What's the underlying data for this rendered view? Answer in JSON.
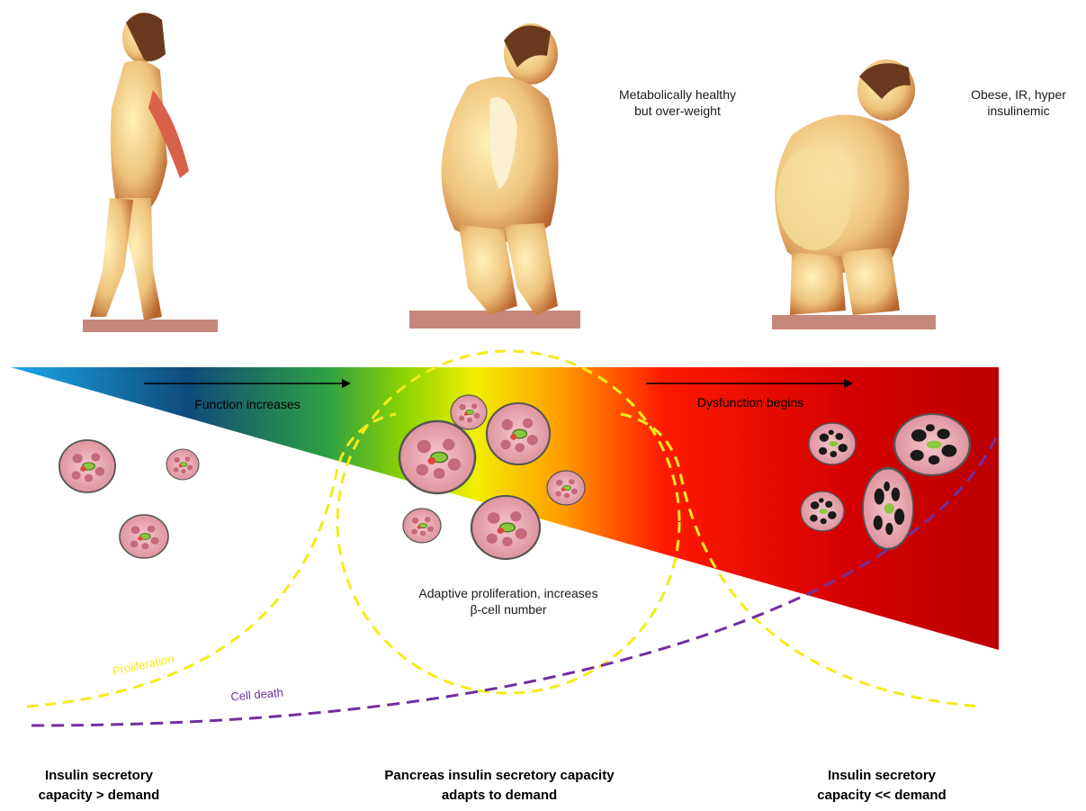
{
  "annotations": {
    "overweight": "Metabolically healthy but over-weight",
    "obese": "Obese, IR, hyper insulinemic",
    "function_increases": "Function increases",
    "dysfunction_begins": "Dysfunction begins",
    "adaptive": "Adaptive proliferation, increases β-cell number",
    "proliferation": "Proliferation",
    "cell_death": "Cell death"
  },
  "stages": [
    {
      "label": "Insulin secretory capacity > demand"
    },
    {
      "label": "Pancreas insulin secretory capacity adapts to demand"
    },
    {
      "label": "Insulin secretory capacity << demand"
    }
  ],
  "figures": [
    "lean-human-figure",
    "overweight-human-figure",
    "obese-human-figure"
  ],
  "colors": {
    "gradient": [
      "#1aa7e8",
      "#0f4a7a",
      "#2ea043",
      "#8fd400",
      "#f2ef00",
      "#ff9a00",
      "#ff1a00",
      "#d40000",
      "#bb0000"
    ],
    "proliferation_curve": "#f2ec1a",
    "cell_death_curve": "#7030a0",
    "islet": "#e8a8b0",
    "beta_cell": "#8cc63f",
    "dead_cell": "#1a1a1a",
    "skin": "#e8c27a"
  }
}
